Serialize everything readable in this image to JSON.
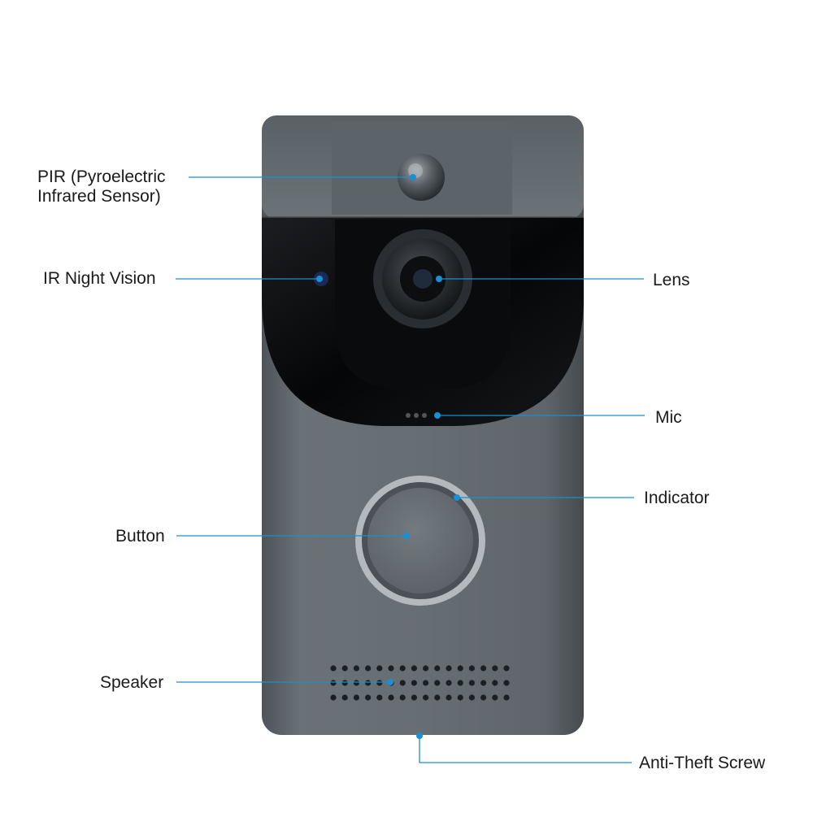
{
  "diagram": {
    "labels": {
      "pir_line1": "PIR (Pyroelectric",
      "pir_line2": "Infrared Sensor)",
      "ir_night_vision": "IR Night Vision",
      "lens": "Lens",
      "mic": "Mic",
      "indicator": "Indicator",
      "button": "Button",
      "speaker": "Speaker",
      "anti_theft_screw": "Anti-Theft Screw"
    },
    "colors": {
      "callout_line": "#1a8fd1",
      "callout_dot": "#1a8fd1",
      "body": "#5f666c",
      "body_dark": "#3f4549",
      "glass": "#0c0d0f",
      "ring": "#a7adb1",
      "text": "#1a1a1a"
    }
  }
}
